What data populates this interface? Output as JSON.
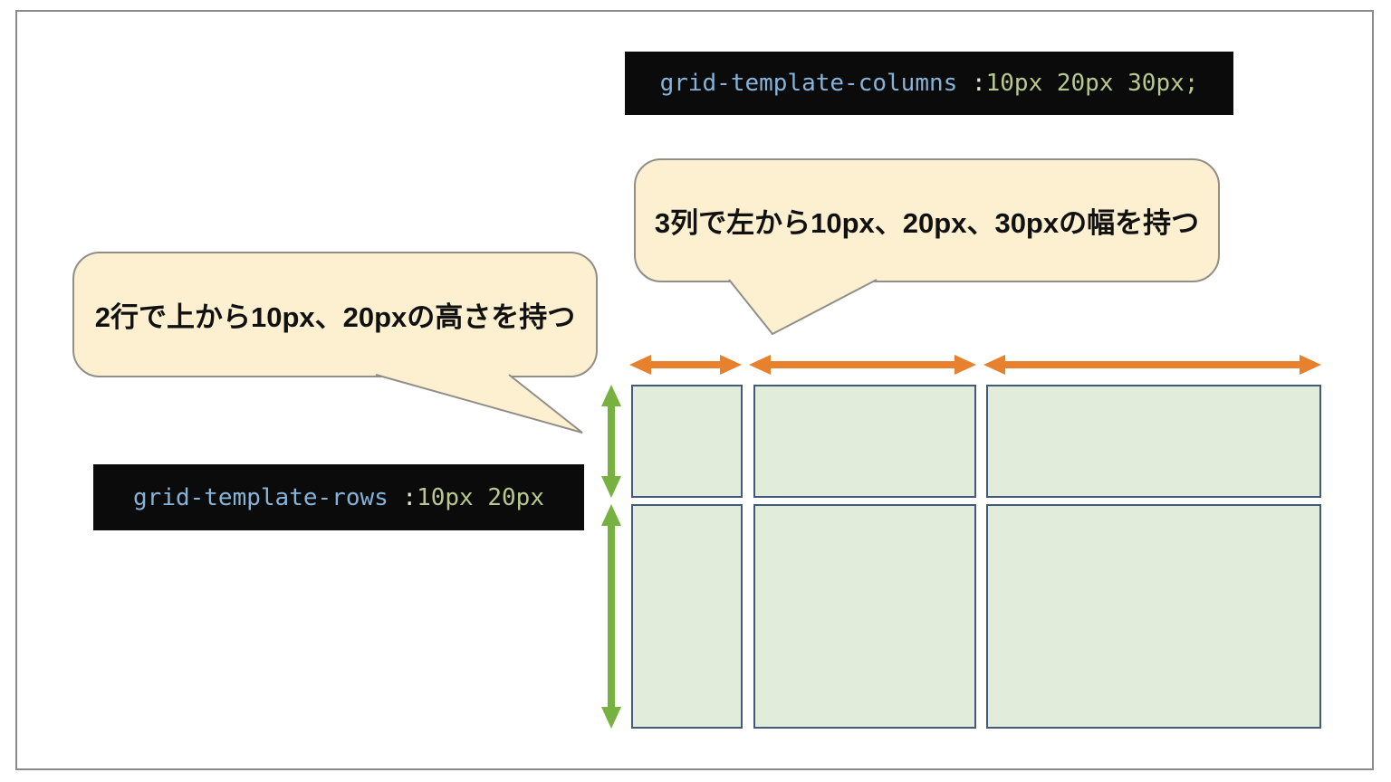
{
  "diagram": {
    "code_columns": {
      "property": "grid-template-columns",
      "separator": " :",
      "value": "10px 20px 30px;"
    },
    "code_rows": {
      "property": "grid-template-rows",
      "separator": " :",
      "value": "10px 20px"
    },
    "bubble_columns": {
      "text": "3列で左から10px、20px、30pxの幅を持つ"
    },
    "bubble_rows": {
      "text": "2行で上から10px、20pxの高さを持つ"
    },
    "grid": {
      "columns": 3,
      "rows": 2,
      "column_widths": [
        "10px",
        "20px",
        "30px"
      ],
      "row_heights": [
        "10px",
        "20px"
      ]
    },
    "colors": {
      "code_background": "#0b0b0b",
      "code_property": "#85b3d9",
      "code_punctuation": "#dfe3da",
      "code_value": "#b9c98e",
      "bubble_fill": "#fcf0d1",
      "bubble_border": "#908e87",
      "cell_fill": "#e2ecda",
      "cell_border": "#42597a",
      "column_arrow": "#e8812d",
      "row_arrow": "#77b13f",
      "frame_border": "#8a8a8a"
    }
  }
}
